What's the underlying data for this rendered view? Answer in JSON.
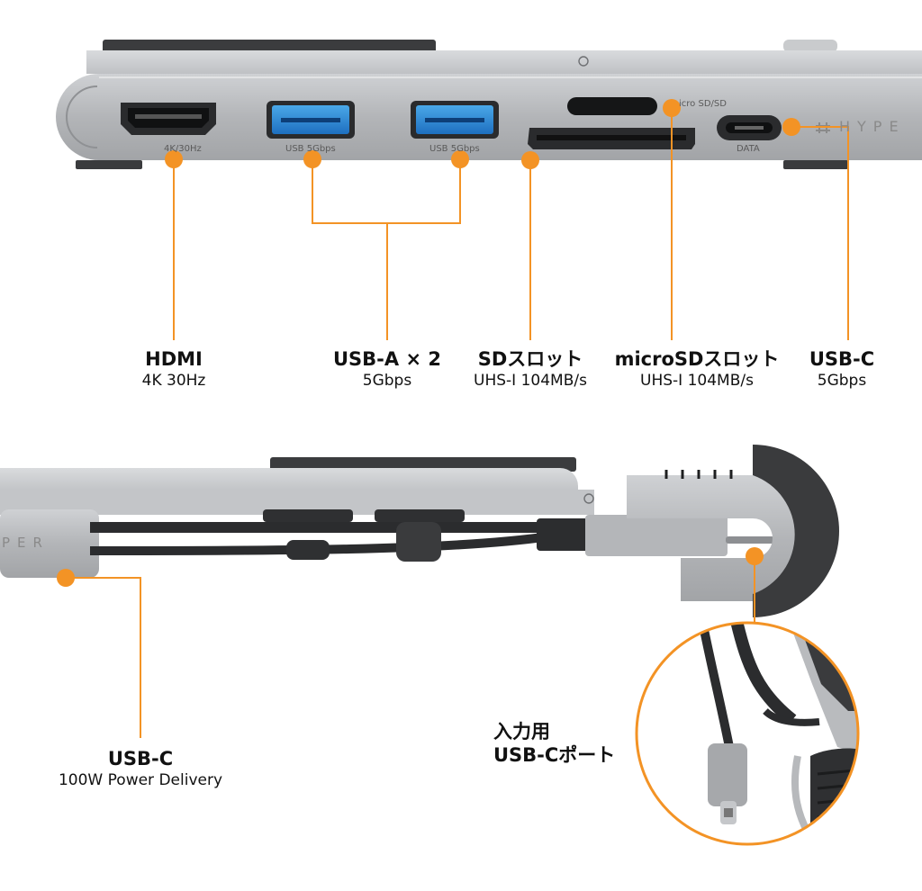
{
  "top_view": {
    "port_markings": {
      "hdmi": "4K/30Hz",
      "usb_a_1": "USB 5Gbps",
      "usb_a_2": "USB 5Gbps",
      "card": "icro SD/SD",
      "usb_c": "DATA"
    },
    "brand": "HYPE"
  },
  "labels": {
    "hdmi": {
      "title": "HDMI",
      "sub": "4K 30Hz"
    },
    "usb_a": {
      "title": "USB-A × 2",
      "sub": "5Gbps"
    },
    "sd": {
      "title": "SDスロット",
      "sub": "UHS-I 104MB/s"
    },
    "microsd": {
      "title": "microSDスロット",
      "sub": "UHS-I 104MB/s"
    },
    "usbc": {
      "title": "USB-C",
      "sub": "5Gbps"
    },
    "pd": {
      "title": "USB-C",
      "sub": "100W Power Delivery"
    },
    "input": {
      "line1": "入力用",
      "line2": "USB-Cポート"
    }
  },
  "side_view": {
    "brand": "PER"
  },
  "colors": {
    "accent": "#f39325",
    "body": "#b7b9bc",
    "dark": "#3a3b3d"
  }
}
